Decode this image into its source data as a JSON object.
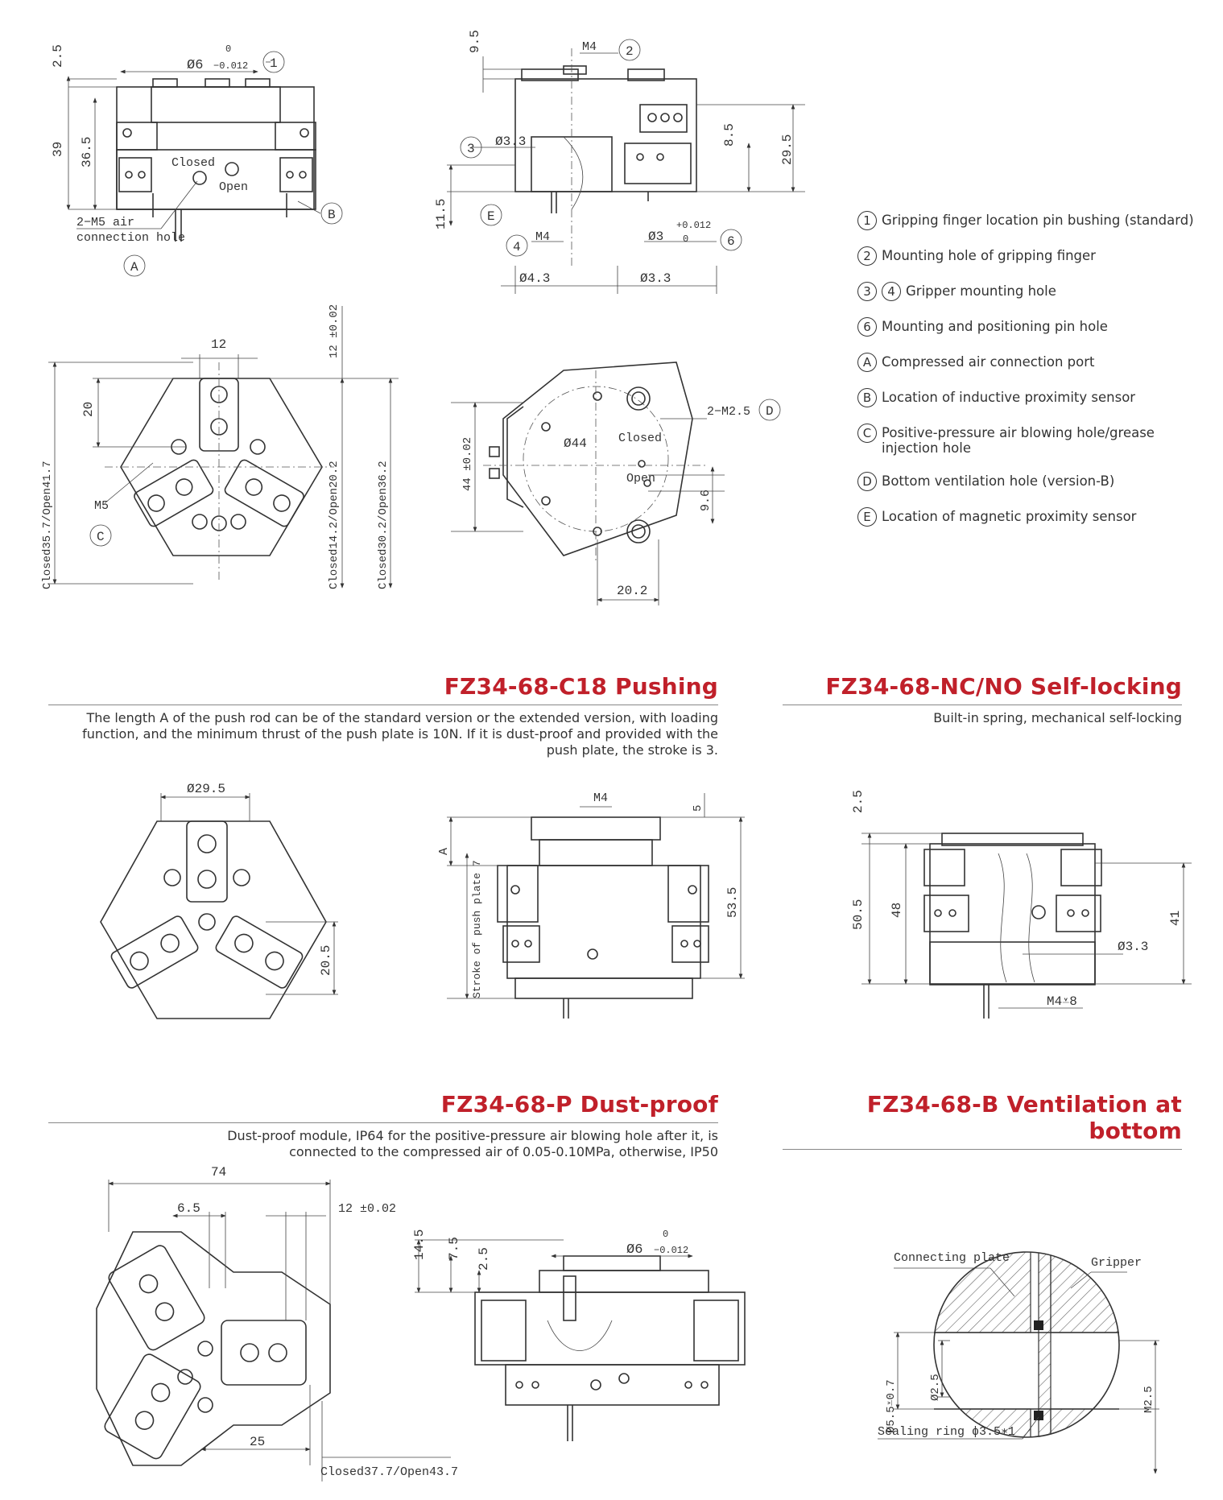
{
  "legend": [
    {
      "marks": [
        "1"
      ],
      "text": "Gripping finger location pin bushing (standard)"
    },
    {
      "marks": [
        "2"
      ],
      "text": "Mounting hole of gripping finger"
    },
    {
      "marks": [
        "3",
        "4"
      ],
      "text": "Gripper mounting hole"
    },
    {
      "marks": [
        "6"
      ],
      "text": "Mounting and positioning pin hole"
    },
    {
      "marks": [
        "A"
      ],
      "text": "Compressed air connection port"
    },
    {
      "marks": [
        "B"
      ],
      "text": "Location of inductive proximity sensor"
    },
    {
      "marks": [
        "C"
      ],
      "text": "Positive-pressure air blowing hole/grease injection hole"
    },
    {
      "marks": [
        "D"
      ],
      "text": "Bottom ventilation hole (version-B)"
    },
    {
      "marks": [
        "E"
      ],
      "text": "Location of magnetic proximity sensor"
    }
  ],
  "sections": {
    "pushing": {
      "title": "FZ34-68-C18 Pushing",
      "desc": "The length A of the push rod can be of the standard version or the extended version, with loading function, and the minimum thrust of the push plate is 10N. If it is dust-proof and provided with the push plate, the stroke is 3."
    },
    "selflock": {
      "title": "FZ34-68-NC/NO Self-locking",
      "desc": "Built-in spring, mechanical self-locking"
    },
    "dustproof": {
      "title": "FZ34-68-P Dust-proof",
      "desc": "Dust-proof module, IP64 for the positive-pressure air blowing hole after it, is connected to the compressed air of 0.05-0.10MPa, otherwise, IP50"
    },
    "ventilation": {
      "title": "FZ34-68-B Ventilation at bottom",
      "desc": ""
    }
  },
  "dims": {
    "d_2_5": "2.5",
    "d_39": "39",
    "d_36_5": "36.5",
    "d_phi6": "Ø6",
    "tol_0": "0",
    "tol_m012": "−0.012",
    "closed": "Closed",
    "open": "Open",
    "air_1": "2−M5 air",
    "air_2": "connection hole",
    "d_9_5": "9.5",
    "m4": "M4",
    "phi3_3": "Ø3.3",
    "d_8_5": "8.5",
    "d_29_5": "29.5",
    "d_11_5": "11.5",
    "phi3": "Ø3",
    "tol_p012": "+0.012",
    "phi4_3": "Ø4.3",
    "d_12": "12",
    "d_12_tol": "12 ±0.02",
    "d_20": "20",
    "m5": "M5",
    "closed_35_7": "Closed35.7/Open41.7",
    "closed_14_2": "Closed14.2/Open20.2",
    "closed_30_2": "Closed30.2/Open36.2",
    "d_44": "44 ±0.02",
    "phi44": "Ø44",
    "m2_5": "2−M2.5",
    "d_9_6": "9.6",
    "d_20_2": "20.2",
    "phi29_5": "Ø29.5",
    "d_20_5": "20.5",
    "d_5": "5",
    "d_a": "A",
    "stroke": "Stroke of push plate 7",
    "d_53_5": "53.5",
    "d_50_5": "50.5",
    "d_48": "48",
    "d_41": "41",
    "m4_8": "M4⩡8",
    "d_74": "74",
    "d_6_5": "6.5",
    "d_25": "25",
    "closed_37_7": "Closed37.7/Open43.7",
    "d_14_5": "14.5",
    "d_7_5": "7.5",
    "conn_plate": "Connecting plate",
    "gripper": "Gripper",
    "phi5_5": "Ø5.5⩡0.7",
    "phi2_5": "Ø2.5",
    "seal": "Sealing ring ɸ3.5∗1",
    "m2_5b": "M2.5"
  },
  "marks": {
    "m1": "1",
    "m2": "2",
    "m3": "3",
    "m4": "4",
    "m6": "6",
    "A": "A",
    "B": "B",
    "C": "C",
    "D": "D",
    "E": "E"
  }
}
